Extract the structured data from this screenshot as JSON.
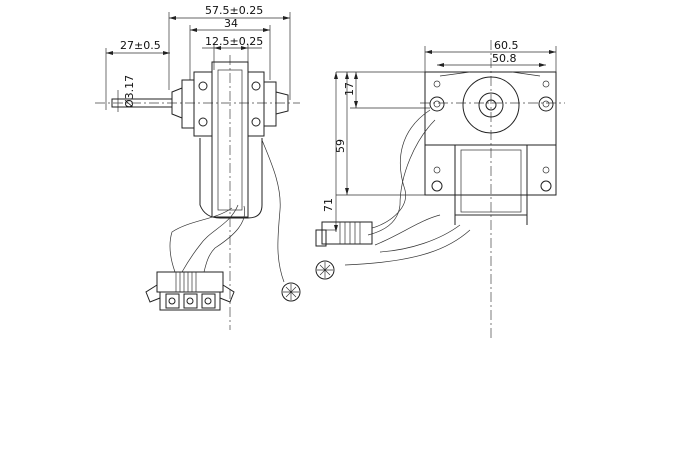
{
  "dimensions": {
    "overall_width": "57.5±0.25",
    "body_width": "34",
    "shaft_projection": "27±0.5",
    "hub_width": "12.5±0.25",
    "shaft_diameter": "Ø3.17",
    "frame_width": "60.5",
    "hole_spacing": "50.8",
    "top_offset": "17",
    "mount_height": "59",
    "overall_height": "71"
  }
}
